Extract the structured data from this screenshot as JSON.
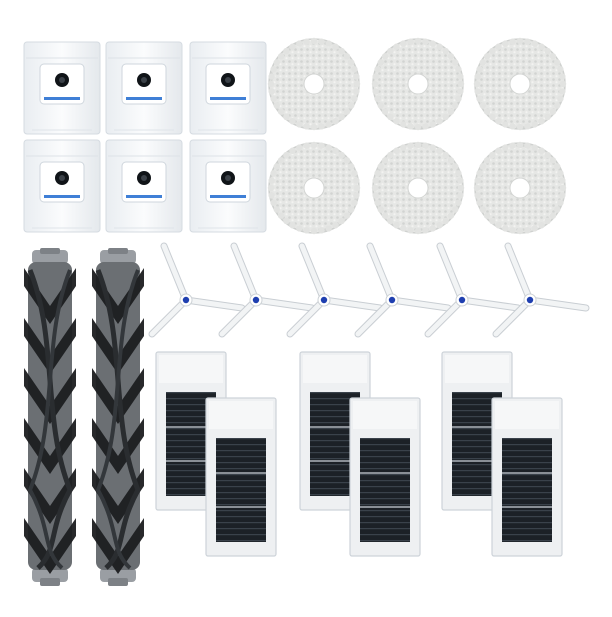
{
  "photo": {
    "background": "#ffffff",
    "groups": [
      {
        "id": "dust-bags",
        "count": 6,
        "icon": "dust-bag-icon"
      },
      {
        "id": "mop-pads",
        "count": 6,
        "icon": "mop-pad-icon"
      },
      {
        "id": "main-brushes",
        "count": 2,
        "icon": "roller-brush-icon"
      },
      {
        "id": "side-brushes",
        "count": 6,
        "icon": "side-brush-icon"
      },
      {
        "id": "hepa-filters",
        "count": 6,
        "icon": "hepa-filter-icon"
      }
    ],
    "colors": {
      "bag": "#f4f6f8",
      "bag_port": "#101418",
      "bag_accent": "#3f7fd6",
      "mop": "#e7e8e6",
      "brush_core": "#6b6f73",
      "brush_bristle": "#1c1e20",
      "side_arm": "#f2f4f5",
      "side_hub": "#1f3fb0",
      "filter_frame": "#eef0f2",
      "filter_media": "#1d2228"
    }
  }
}
